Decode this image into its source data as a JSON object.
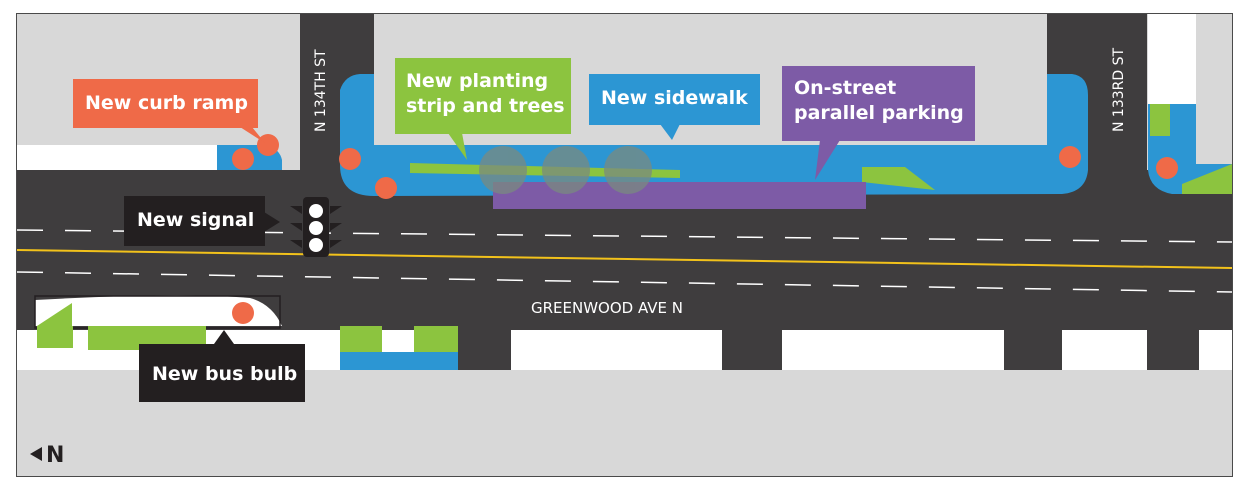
{
  "map": {
    "streets": {
      "n134": "N 134TH ST",
      "n133": "N 133RD ST",
      "greenwood": "GREENWOOD AVE N"
    },
    "labels": {
      "curb_ramp": "New curb ramp",
      "planting_line1": "New planting",
      "planting_line2": "strip and trees",
      "sidewalk": "New sidewalk",
      "parking_line1": "On-street",
      "parking_line2": "parallel parking",
      "signal": "New signal",
      "bus_bulb": "New bus bulb"
    },
    "north_arrow": {
      "icon": "triangle-left-icon",
      "label": "N"
    },
    "colors": {
      "road": "#3f3d3e",
      "block": "#d8d8d8",
      "sidewalk": "#2c96d3",
      "planting": "#8cc43f",
      "parking": "#7d5ba6",
      "ramp": "#ef6a48",
      "label_dark": "#231f20",
      "centerline": "#f2c21b"
    }
  }
}
